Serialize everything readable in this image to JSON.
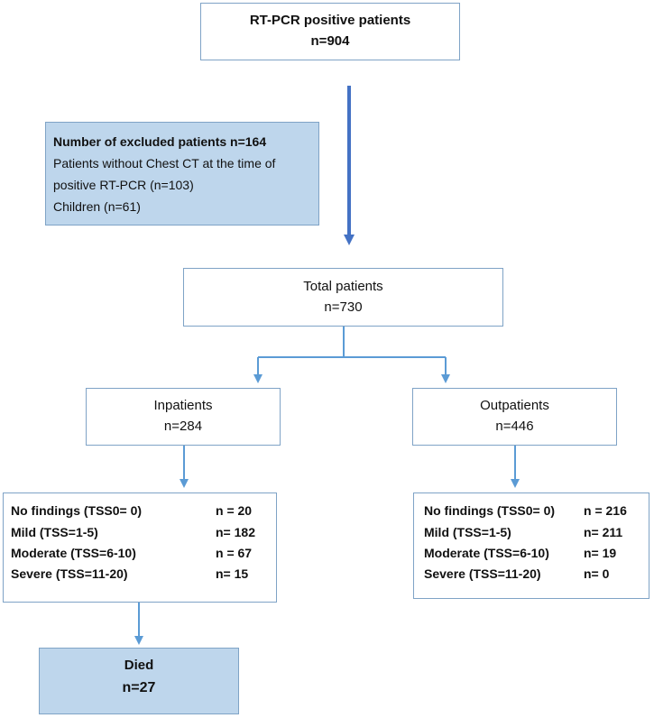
{
  "boxes": {
    "rtpcr": {
      "title": "RT-PCR positive patients",
      "count": "n=904"
    },
    "excluded": {
      "title": "Number of excluded patients n=164",
      "lines": [
        "Patients without Chest CT at the time of",
        "positive RT-PCR (n=103)",
        "Children (n=61)"
      ]
    },
    "total": {
      "title": "Total patients",
      "count": "n=730"
    },
    "inpatients": {
      "title": "Inpatients",
      "count": "n=284"
    },
    "outpatients": {
      "title": "Outpatients",
      "count": "n=446"
    },
    "died": {
      "title": "Died",
      "count": "n=27"
    }
  },
  "inpatient_severity": [
    {
      "label": "No findings (TSS0= 0)",
      "value": "n = 20"
    },
    {
      "label": "Mild (TSS=1-5)",
      "value": "n= 182"
    },
    {
      "label": "Moderate (TSS=6-10)",
      "value": "n = 67"
    },
    {
      "label": "Severe (TSS=11-20)",
      "value": "n= 15"
    }
  ],
  "outpatient_severity": [
    {
      "label": "No findings (TSS0= 0)",
      "value": "n = 216"
    },
    {
      "label": "Mild (TSS=1-5)",
      "value": "n= 211"
    },
    {
      "label": "Moderate (TSS=6-10)",
      "value": "n= 19"
    },
    {
      "label": "Severe (TSS=11-20)",
      "value": "n= 0"
    }
  ],
  "colors": {
    "box_border": "#7fa3c6",
    "shaded_fill": "#bed6ec",
    "main_arrow": "#4472c4",
    "connector": "#5b9bd5"
  }
}
